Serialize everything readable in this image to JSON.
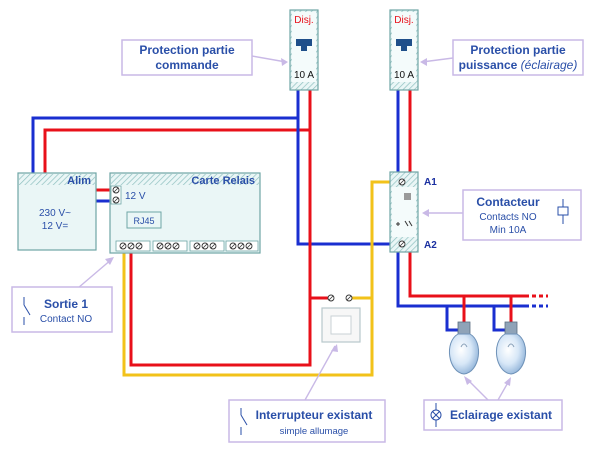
{
  "colors": {
    "phase_red": "#e8101a",
    "neutral_blue": "#1a2fd0",
    "control_yellow": "#f2c21a",
    "box_fill": "#eaf6f6",
    "box_stroke": "#6fa5a5",
    "callout_stroke": "#c9b9e6",
    "callout_text": "#2a4fa8",
    "breaker_handle": "#1f4f8a"
  },
  "breaker_command": {
    "brand": "Disj.",
    "rating": "10 A"
  },
  "breaker_power": {
    "brand": "Disj.",
    "rating": "10 A"
  },
  "callout_command": {
    "line1": "Protection partie",
    "line2": "commande"
  },
  "callout_power": {
    "line1": "Protection partie",
    "line2_a": "puissance ",
    "line2_b": "(éclairage)"
  },
  "alim": {
    "title": "Alim",
    "line1": "230 V~",
    "line2": "12 V="
  },
  "relay_board": {
    "title": "Carte Relais",
    "voltage": "12 V",
    "port": "RJ45"
  },
  "contactor": {
    "terminal_top": "A1",
    "terminal_bottom": "A2",
    "icon": "contactor-coil-icon"
  },
  "callout_contactor": {
    "title": "Contacteur",
    "line1": "Contacts NO",
    "line2": "Min 10A"
  },
  "callout_output": {
    "title": "Sortie 1",
    "subtitle": "Contact NO"
  },
  "callout_switch": {
    "title": "Interrupteur existant",
    "subtitle": "simple allumage"
  },
  "callout_lighting": {
    "title": "Eclairage existant"
  }
}
